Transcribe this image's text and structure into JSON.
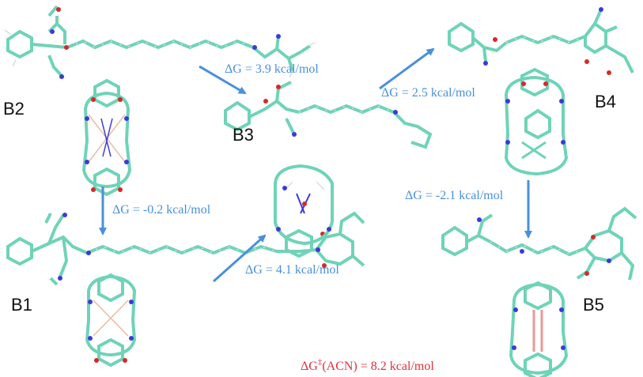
{
  "figure": {
    "states": {
      "b1": "B1",
      "b2": "B2",
      "b3": "B3",
      "b4": "B4",
      "b5": "B5"
    },
    "transitions": {
      "b2_b1": "ΔG = -0.2 kcal/mol",
      "b2_b3": "ΔG = 3.9 kcal/mol",
      "b1_b3": "ΔG = 4.1 kcal/mol",
      "b3_b4": "ΔG = 2.5 kcal/mol",
      "b4_b5": "ΔG = -2.1 kcal/mol"
    },
    "barrier": {
      "prefix": "ΔG",
      "superscript": "‡",
      "suffix": "(ACN) = 8.2 kcal/mol"
    }
  },
  "colors": {
    "arrow": "#4a90d9",
    "barrier_text": "#e0303a",
    "carbon": "#6fd3b8",
    "hydrogen": "#dcdcdc",
    "nitrogen": "#3b3bd6",
    "oxygen": "#d42a2a"
  }
}
